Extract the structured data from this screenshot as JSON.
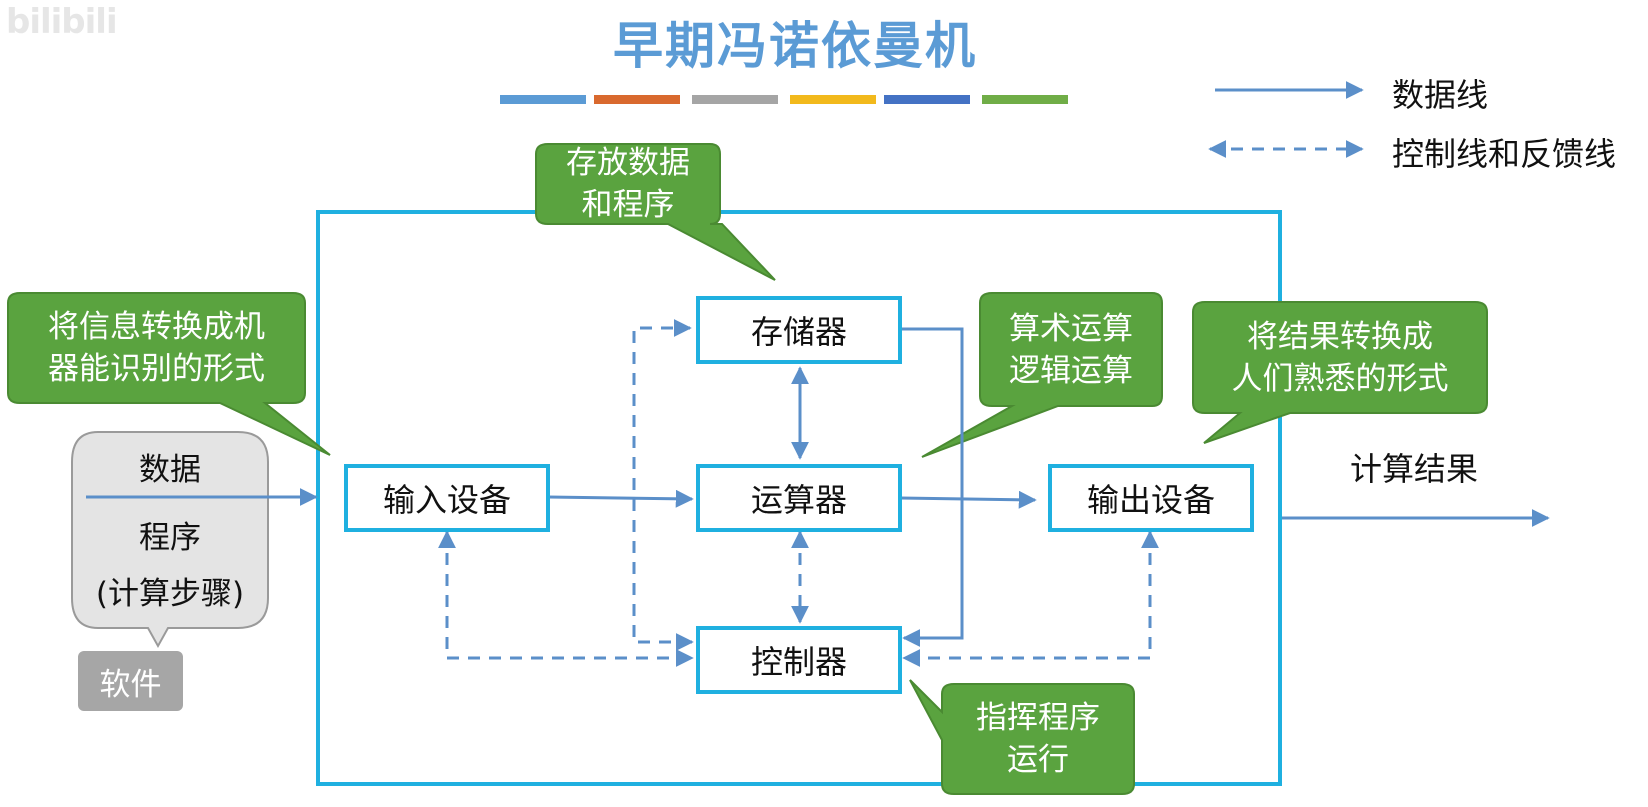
{
  "title": "早期冯诺依曼机",
  "watermark": "bilibili",
  "title_bar_colors": [
    "#5b9bd5",
    "#d9692e",
    "#a5a5a5",
    "#f2b91c",
    "#4472c4",
    "#70ad47"
  ],
  "colors": {
    "frame": "#1fb0e0",
    "line": "#5b8fc9",
    "callout_fill": "#5aa33f",
    "callout_border": "#4a8a32",
    "software_bubble": "#e4e4e4",
    "software_tag": "#a6a6a6"
  },
  "legend": {
    "data_line": "数据线",
    "control_line": "控制线和反馈线"
  },
  "components": {
    "memory": "存储器",
    "alu": "运算器",
    "controller": "控制器",
    "input": "输入设备",
    "output": "输出设备"
  },
  "callouts": {
    "memory": "存放数据\n和程序",
    "input": "将信息转换成机\n器能识别的形式",
    "alu": "算术运算\n逻辑运算",
    "output": "将结果转换成\n人们熟悉的形式",
    "controller": "指挥程序\n运行"
  },
  "software": {
    "lines": [
      "数据",
      "程序",
      "(计算步骤)"
    ],
    "tag": "软件"
  },
  "result": "计算结果"
}
